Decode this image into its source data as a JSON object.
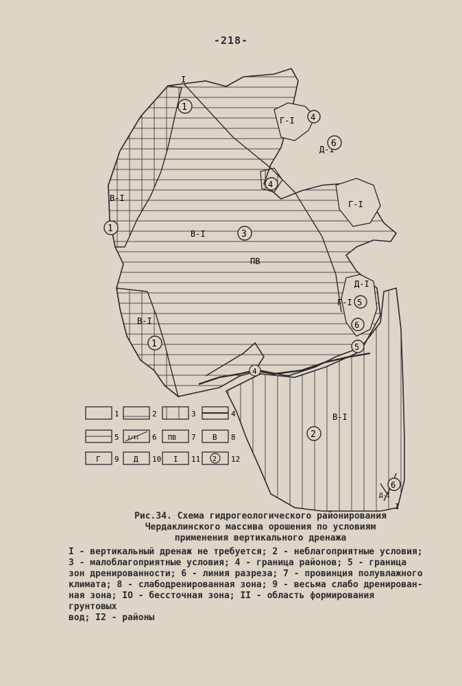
{
  "page": {
    "number": "-218-"
  },
  "map_labels": {
    "marker_I_top": "I",
    "marker_I_bottom": "I",
    "v1": "В-I",
    "g1": "Г-I",
    "d1": "Д-I",
    "pv": "ПВ",
    "r1": "1",
    "r2": "2",
    "r3": "3",
    "r4": "4",
    "r5": "5",
    "r6": "6"
  },
  "legend_boxes": [
    {
      "num": "1",
      "text": ""
    },
    {
      "num": "2",
      "text": ""
    },
    {
      "num": "3",
      "text": ""
    },
    {
      "num": "4",
      "text": ""
    },
    {
      "num": "5",
      "text": ""
    },
    {
      "num": "6",
      "text": "I/II"
    },
    {
      "num": "7",
      "text": "ПВ"
    },
    {
      "num": "8",
      "text": "В"
    },
    {
      "num": "9",
      "text": "Г"
    },
    {
      "num": "10",
      "text": "Д"
    },
    {
      "num": "11",
      "text": "I"
    },
    {
      "num": "12",
      "text": "2"
    }
  ],
  "caption": {
    "line1": "Рис.34. Схема гидрогеологического районирования",
    "line2": "Чердаклинского массива орошения по условиям",
    "line3": "применения вертикального дренажа",
    "legend1": "I - вертикальный дренаж не требуется; 2 - неблагоприятные условия;",
    "legend2": "3 - малоблагоприятные условия; 4 - граница районов; 5 - граница",
    "legend3": "зон дренированности; 6 - линия разреза; 7 - провинция полувлажного",
    "legend4": "климата; 8 - слабодренированная  зона; 9 - весьма слабо дренирован-",
    "legend5": "ная зона; IO - бессточная зона; II - область формирования грунтовых",
    "legend6": "вод; I2 - районы"
  }
}
